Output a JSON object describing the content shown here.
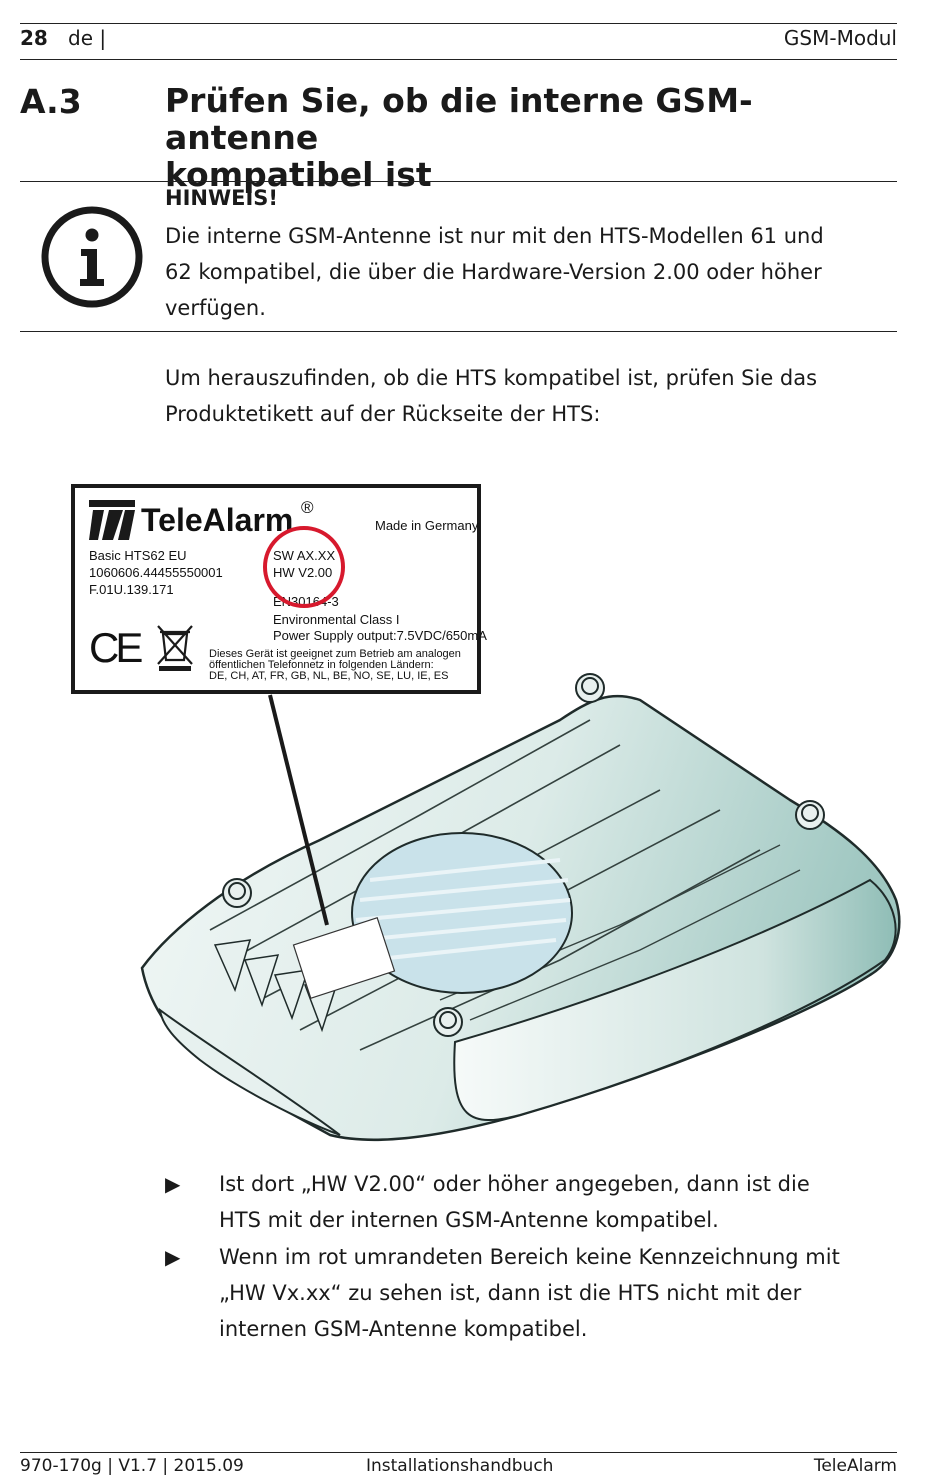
{
  "header": {
    "page_number": "28",
    "language": "de |",
    "chapter": "GSM-Modul"
  },
  "section": {
    "number": "A.3",
    "title_line1": "Prüfen Sie, ob die interne GSM-antenne",
    "title_line2": "kompatibel ist"
  },
  "notice": {
    "heading": "HINWEIS!",
    "lines": [
      "Die interne GSM-Antenne ist nur mit den HTS-Modellen 61 und",
      "62 kompatibel, die über die Hardware-Version 2.00 oder höher",
      "verfügen."
    ],
    "icon": "info-icon"
  },
  "intro": {
    "lines": [
      "Um herauszufinden, ob die HTS kompatibel ist, prüfen Sie das",
      "Produktetikett auf der Rückseite der HTS:"
    ]
  },
  "label": {
    "brand": "TeleAlarm",
    "registered": "®",
    "made_in": "Made in Germany",
    "model": "Basic HTS62 EU",
    "serial": "1060606.44455550001",
    "part": "F.01U.139.171",
    "sw": "SW AX.XX",
    "hw": "HW V2.00",
    "en": "EN30164-3",
    "env_class": "Environmental Class I",
    "power": "Power Supply output:7.5VDC/650mA",
    "ce": "CE",
    "text1": "Dieses Gerät ist geeignet zum Betrieb am analogen",
    "text2": "öffentlichen Telefonnetz in folgenden Ländern:",
    "text3": "DE, CH, AT, FR, GB, NL, BE, NO, SE, LU, IE, ES",
    "highlight_color": "#d7192d"
  },
  "bullets": [
    {
      "lines": [
        "Ist dort „HW V2.00“ oder höher angegeben, dann ist die",
        "HTS mit der internen GSM-Antenne kompatibel."
      ]
    },
    {
      "lines": [
        "Wenn im rot umrandeten Bereich keine Kennzeichnung mit",
        "„HW Vx.xx“ zu sehen ist, dann ist die HTS nicht mit der",
        "internen GSM-Antenne kompatibel."
      ]
    }
  ],
  "bullet_glyph": "▶",
  "footer": {
    "left": "970-170g | V1.7 | 2015.09",
    "center": "Installationshandbuch",
    "right": "TeleAlarm"
  }
}
